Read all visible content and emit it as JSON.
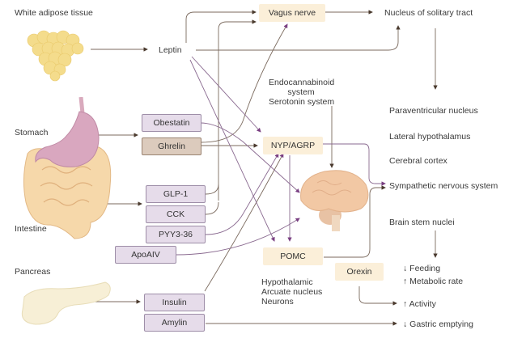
{
  "organs": {
    "adipose": "White adipose tissue",
    "stomach": "Stomach",
    "intestine": "Intestine",
    "pancreas": "Pancreas"
  },
  "signals": {
    "leptin": "Leptin",
    "obestatin": "Obestatin",
    "ghrelin": "Ghrelin",
    "glp1": "GLP-1",
    "cck": "CCK",
    "pyy": "PYY3-36",
    "apoaiv": "ApoAIV",
    "insulin": "Insulin",
    "amylin": "Amylin"
  },
  "neural": {
    "vagus": "Vagus nerve",
    "nts": "Nucleus of solitary tract",
    "npy": "NYP/AGRP",
    "pomc": "POMC",
    "orexin": "Orexin",
    "modulators": [
      "Endocannabinoid",
      "system",
      "Serotonin system"
    ],
    "arcuate": [
      "Hypothalamic",
      "Arcuate nucleus",
      "Neurons"
    ]
  },
  "targets": {
    "pvn": "Paraventricular nucleus",
    "lh": "Lateral hypothalamus",
    "cortex": "Cerebral cortex",
    "sns": "Sympathetic nervous system",
    "brainstem": "Brain stem nuclei"
  },
  "outcomes": {
    "feeding": "Feeding",
    "feeding_dir": "↓",
    "metabolic": "Metabolic rate",
    "metabolic_dir": "↑",
    "activity": "Activity",
    "activity_dir": "↑",
    "gastric": "Gastric emptying",
    "gastric_dir": "↓"
  },
  "colors": {
    "hormone_box": "#e6dcea",
    "ghrelin_box": "#dccbbd",
    "neuro_box": "#fbefd9",
    "arrow_brown": "#6b5a4a",
    "arrow_purple": "#8a5a8e"
  }
}
